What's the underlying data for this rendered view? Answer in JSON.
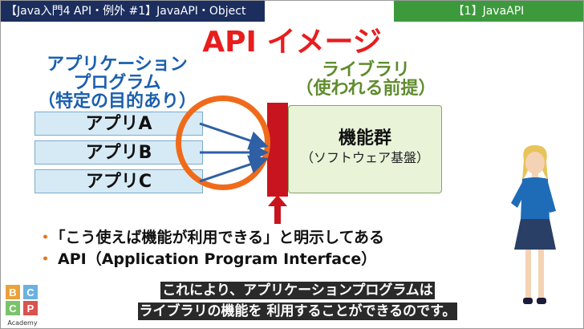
{
  "header": {
    "left": "【Java入門4 API・例外 #1】JavaAPI・Object",
    "right": "【1】JavaAPI"
  },
  "title": "API イメージ",
  "app_label": [
    "アプリケーション",
    "プログラム",
    "（特定の目的あり）"
  ],
  "lib_label": [
    "ライブラリ",
    "（使われる前提）"
  ],
  "apps": [
    "アプリA",
    "アプリB",
    "アプリC"
  ],
  "library": {
    "name": "機能群",
    "sub": "（ソフトウェア基盤）"
  },
  "bullets": [
    "「こう使えば機能が利用できる」と明示してある",
    "API（Application Program Interface）"
  ],
  "caption": [
    "これにより、アプリケーションプログラムは",
    "ライブラリの機能を 利用することができるのです。"
  ],
  "logo": {
    "letters": [
      "B",
      "C",
      "C",
      "P"
    ],
    "brand": "Academy"
  },
  "colors": {
    "title_red": "#e81d1d",
    "header_navy": "#1b2e5e",
    "header_green": "#3c9a3c",
    "circle_orange": "#ef6b1b",
    "api_bar_red": "#c8141e"
  }
}
